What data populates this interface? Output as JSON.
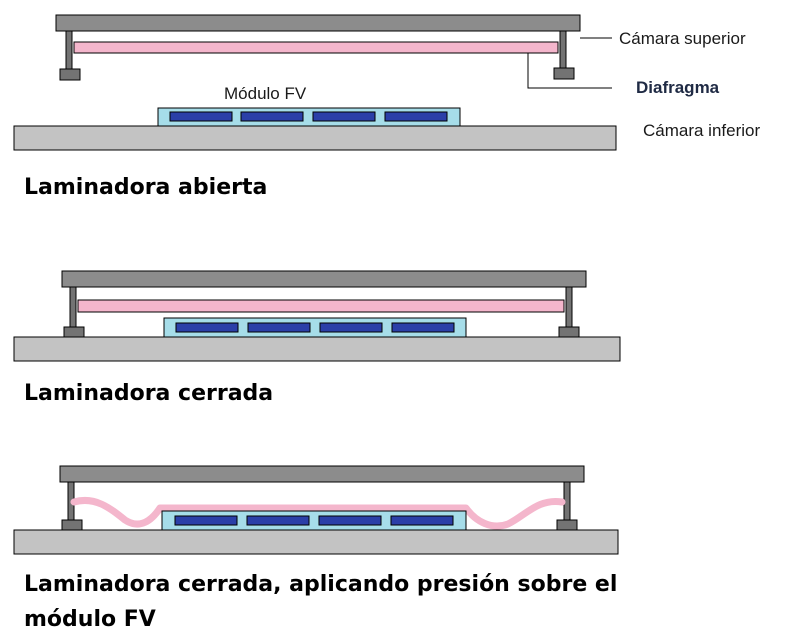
{
  "labels": {
    "upper_chamber": "Cámara superior",
    "diaphragm": "Diafragma",
    "lower_chamber": "Cámara inferior",
    "module": "Módulo FV"
  },
  "stages": [
    {
      "caption": "Laminadora abierta"
    },
    {
      "caption": "Laminadora cerrada"
    },
    {
      "caption_line1": "Laminadora cerrada, aplicando presión sobre el",
      "caption_line2": "módulo FV"
    }
  ],
  "colors": {
    "frame": "#8c8c8c",
    "leg": "#737373",
    "base": "#c3c3c3",
    "diaphragm": "#f4b6cc",
    "glass": "#a6dde9",
    "cell": "#2b3fa8",
    "outline": "#000000"
  }
}
